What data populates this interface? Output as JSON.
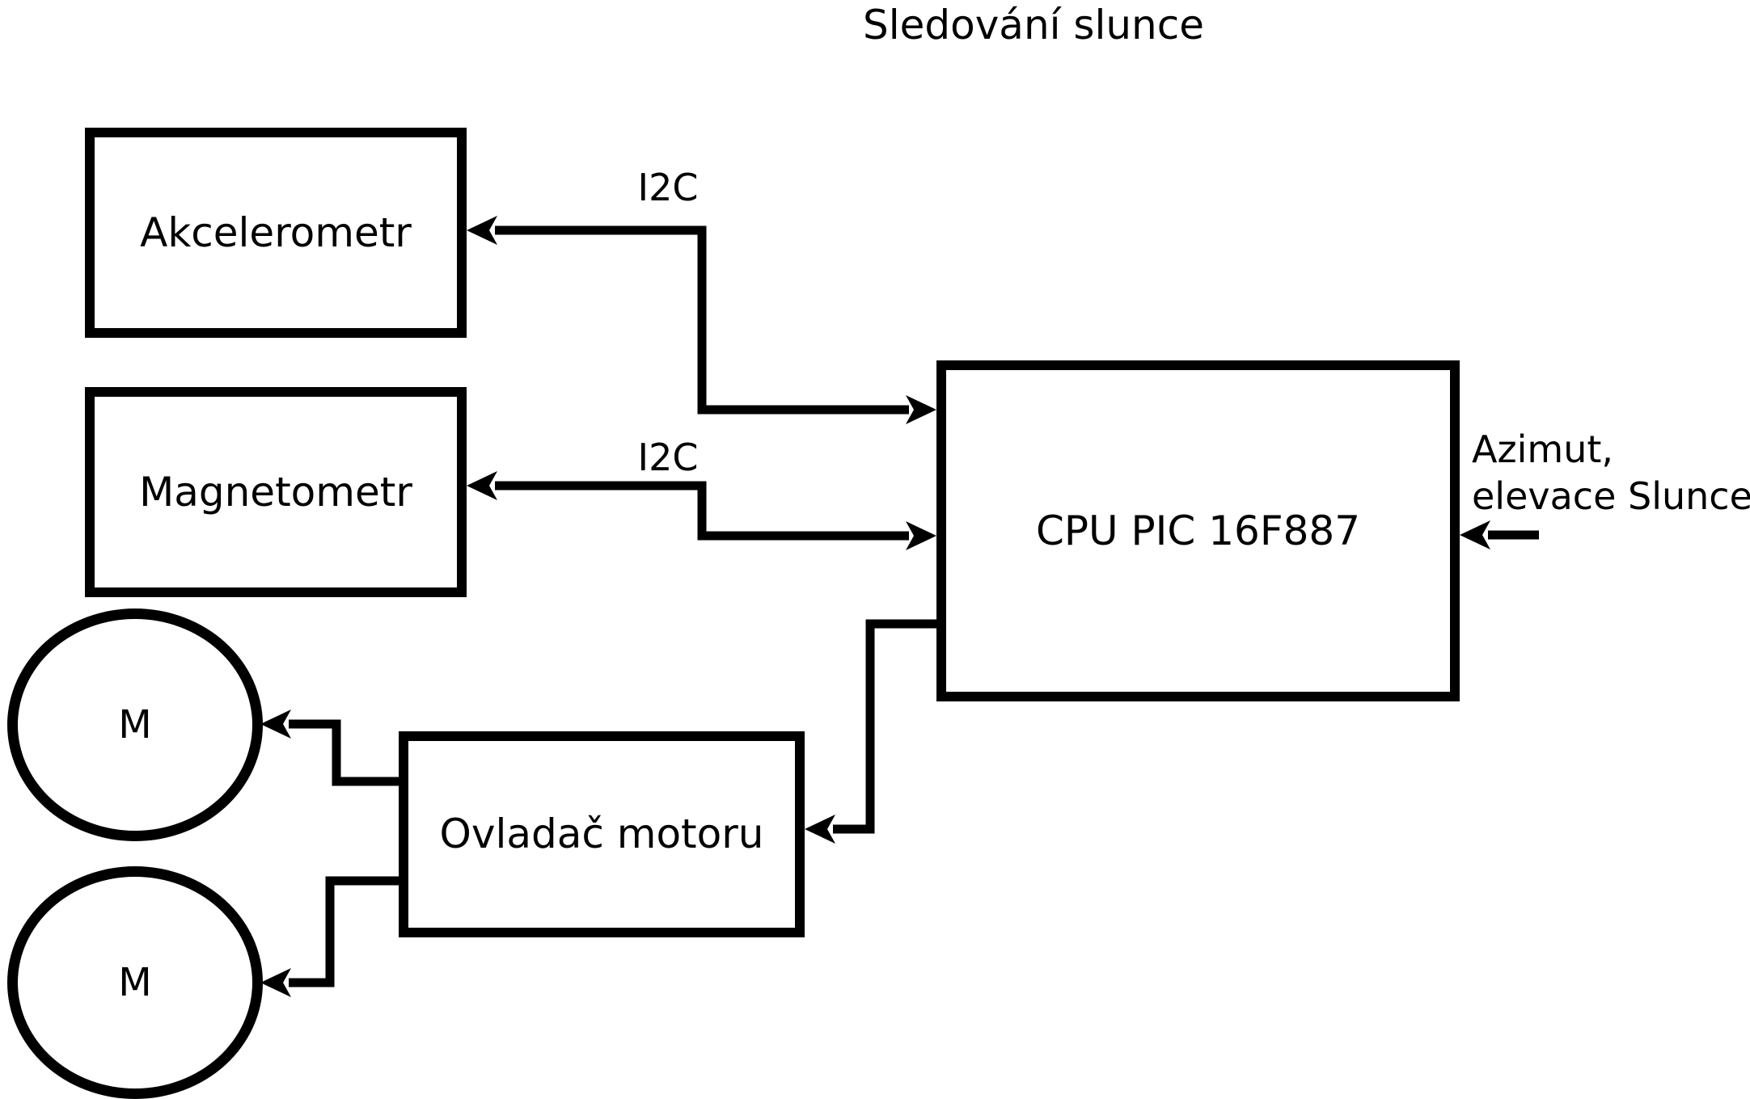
{
  "title": "Sledování slunce",
  "palette": {
    "ink": "#000000",
    "background": "#ffffff"
  },
  "blocks": {
    "akcelerometr": {
      "label": "Akcelerometr"
    },
    "magnetometr": {
      "label": "Magnetometr"
    },
    "cpu": {
      "label": "CPU PIC 16F887"
    },
    "motor_driver": {
      "label": "Ovladač motoru"
    },
    "motor_top": {
      "label": "M"
    },
    "motor_bottom": {
      "label": "M"
    }
  },
  "labels": {
    "i2c_akcelerometr": "I2C",
    "i2c_magnetometr": "I2C",
    "azimut_line1": "Azimut,",
    "azimut_line2": "elevace Slunce"
  }
}
